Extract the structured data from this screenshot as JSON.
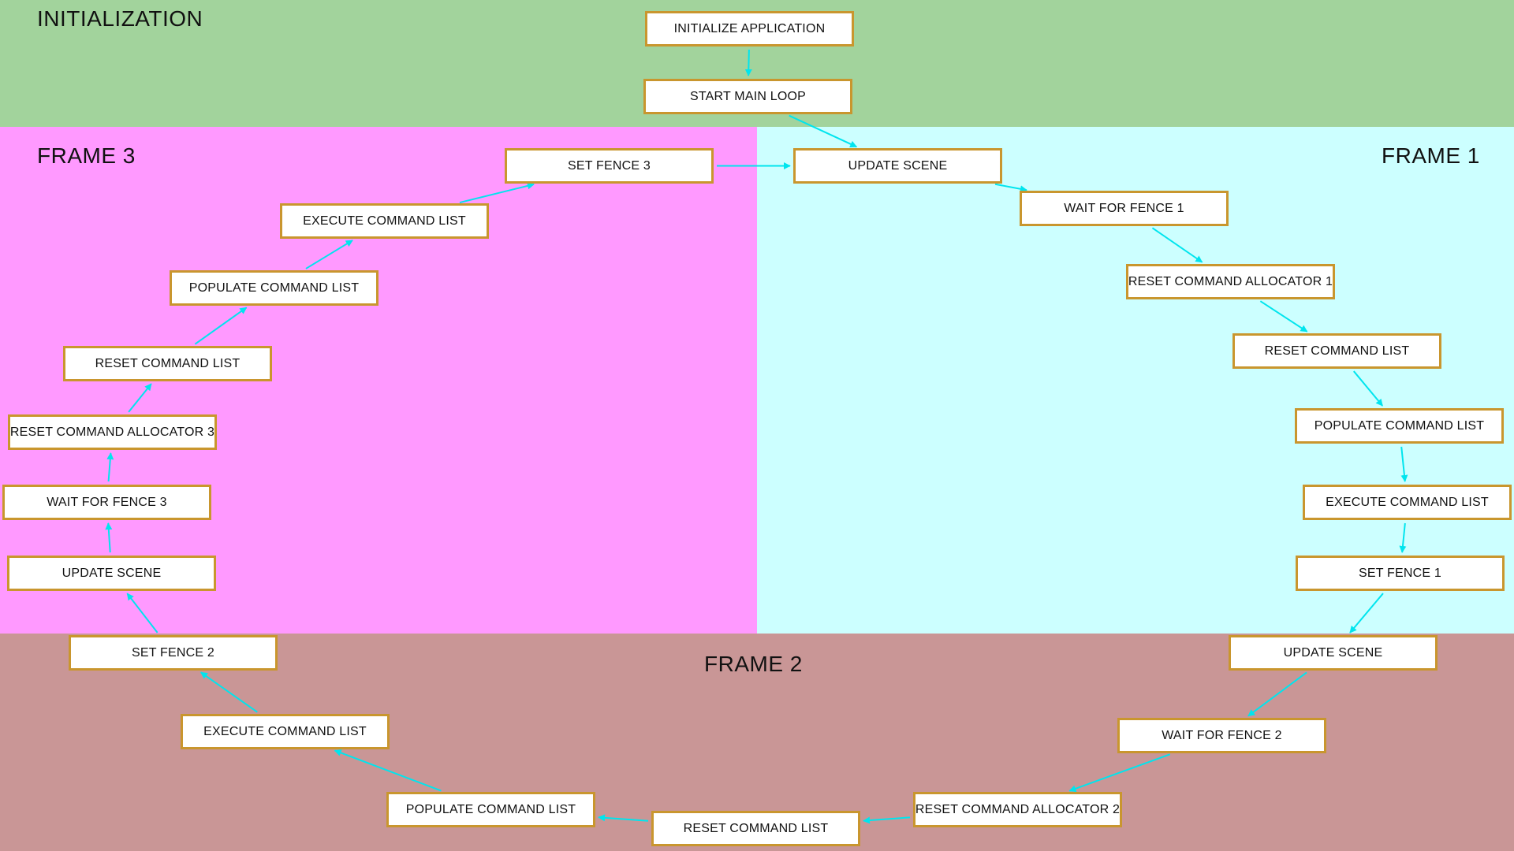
{
  "regions": {
    "initialization": "INITIALIZATION",
    "frame1": "FRAME 1",
    "frame2": "FRAME 2",
    "frame3": "FRAME 3"
  },
  "colors": {
    "initialization_bg": "#a2d39c",
    "frame1_bg": "#ccffff",
    "frame2_bg": "#c99696",
    "frame3_bg": "#ff99ff",
    "box_border": "#c9962e",
    "arrow": "#00e5ee"
  },
  "nodes": {
    "init_app": "INITIALIZE APPLICATION",
    "start_loop": "START MAIN LOOP",
    "f1_update_scene": "UPDATE SCENE",
    "f1_wait_fence": "WAIT FOR FENCE 1",
    "f1_reset_allocator": "RESET COMMAND ALLOCATOR 1",
    "f1_reset_list": "RESET COMMAND LIST",
    "f1_populate": "POPULATE COMMAND LIST",
    "f1_execute": "EXECUTE COMMAND LIST",
    "f1_set_fence": "SET FENCE 1",
    "f2_update_scene": "UPDATE SCENE",
    "f2_wait_fence": "WAIT FOR FENCE 2",
    "f2_reset_allocator": "RESET COMMAND ALLOCATOR 2",
    "f2_reset_list": "RESET COMMAND LIST",
    "f2_populate": "POPULATE COMMAND LIST",
    "f2_execute": "EXECUTE COMMAND LIST",
    "f2_set_fence": "SET FENCE 2",
    "f3_update_scene": "UPDATE SCENE",
    "f3_wait_fence": "WAIT FOR FENCE 3",
    "f3_reset_allocator": "RESET COMMAND ALLOCATOR 3",
    "f3_reset_list": "RESET COMMAND LIST",
    "f3_populate": "POPULATE COMMAND LIST",
    "f3_execute": "EXECUTE COMMAND LIST",
    "f3_set_fence": "SET FENCE 3"
  },
  "edges": [
    [
      "init_app",
      "start_loop"
    ],
    [
      "start_loop",
      "f1_update_scene"
    ],
    [
      "f1_update_scene",
      "f1_wait_fence"
    ],
    [
      "f1_wait_fence",
      "f1_reset_allocator"
    ],
    [
      "f1_reset_allocator",
      "f1_reset_list"
    ],
    [
      "f1_reset_list",
      "f1_populate"
    ],
    [
      "f1_populate",
      "f1_execute"
    ],
    [
      "f1_execute",
      "f1_set_fence"
    ],
    [
      "f1_set_fence",
      "f2_update_scene"
    ],
    [
      "f2_update_scene",
      "f2_wait_fence"
    ],
    [
      "f2_wait_fence",
      "f2_reset_allocator"
    ],
    [
      "f2_reset_allocator",
      "f2_reset_list"
    ],
    [
      "f2_reset_list",
      "f2_populate"
    ],
    [
      "f2_populate",
      "f2_execute"
    ],
    [
      "f2_execute",
      "f2_set_fence"
    ],
    [
      "f2_set_fence",
      "f3_update_scene"
    ],
    [
      "f3_update_scene",
      "f3_wait_fence"
    ],
    [
      "f3_wait_fence",
      "f3_reset_allocator"
    ],
    [
      "f3_reset_allocator",
      "f3_reset_list"
    ],
    [
      "f3_reset_list",
      "f3_populate"
    ],
    [
      "f3_populate",
      "f3_execute"
    ],
    [
      "f3_execute",
      "f3_set_fence"
    ],
    [
      "f3_set_fence",
      "f1_update_scene"
    ]
  ]
}
